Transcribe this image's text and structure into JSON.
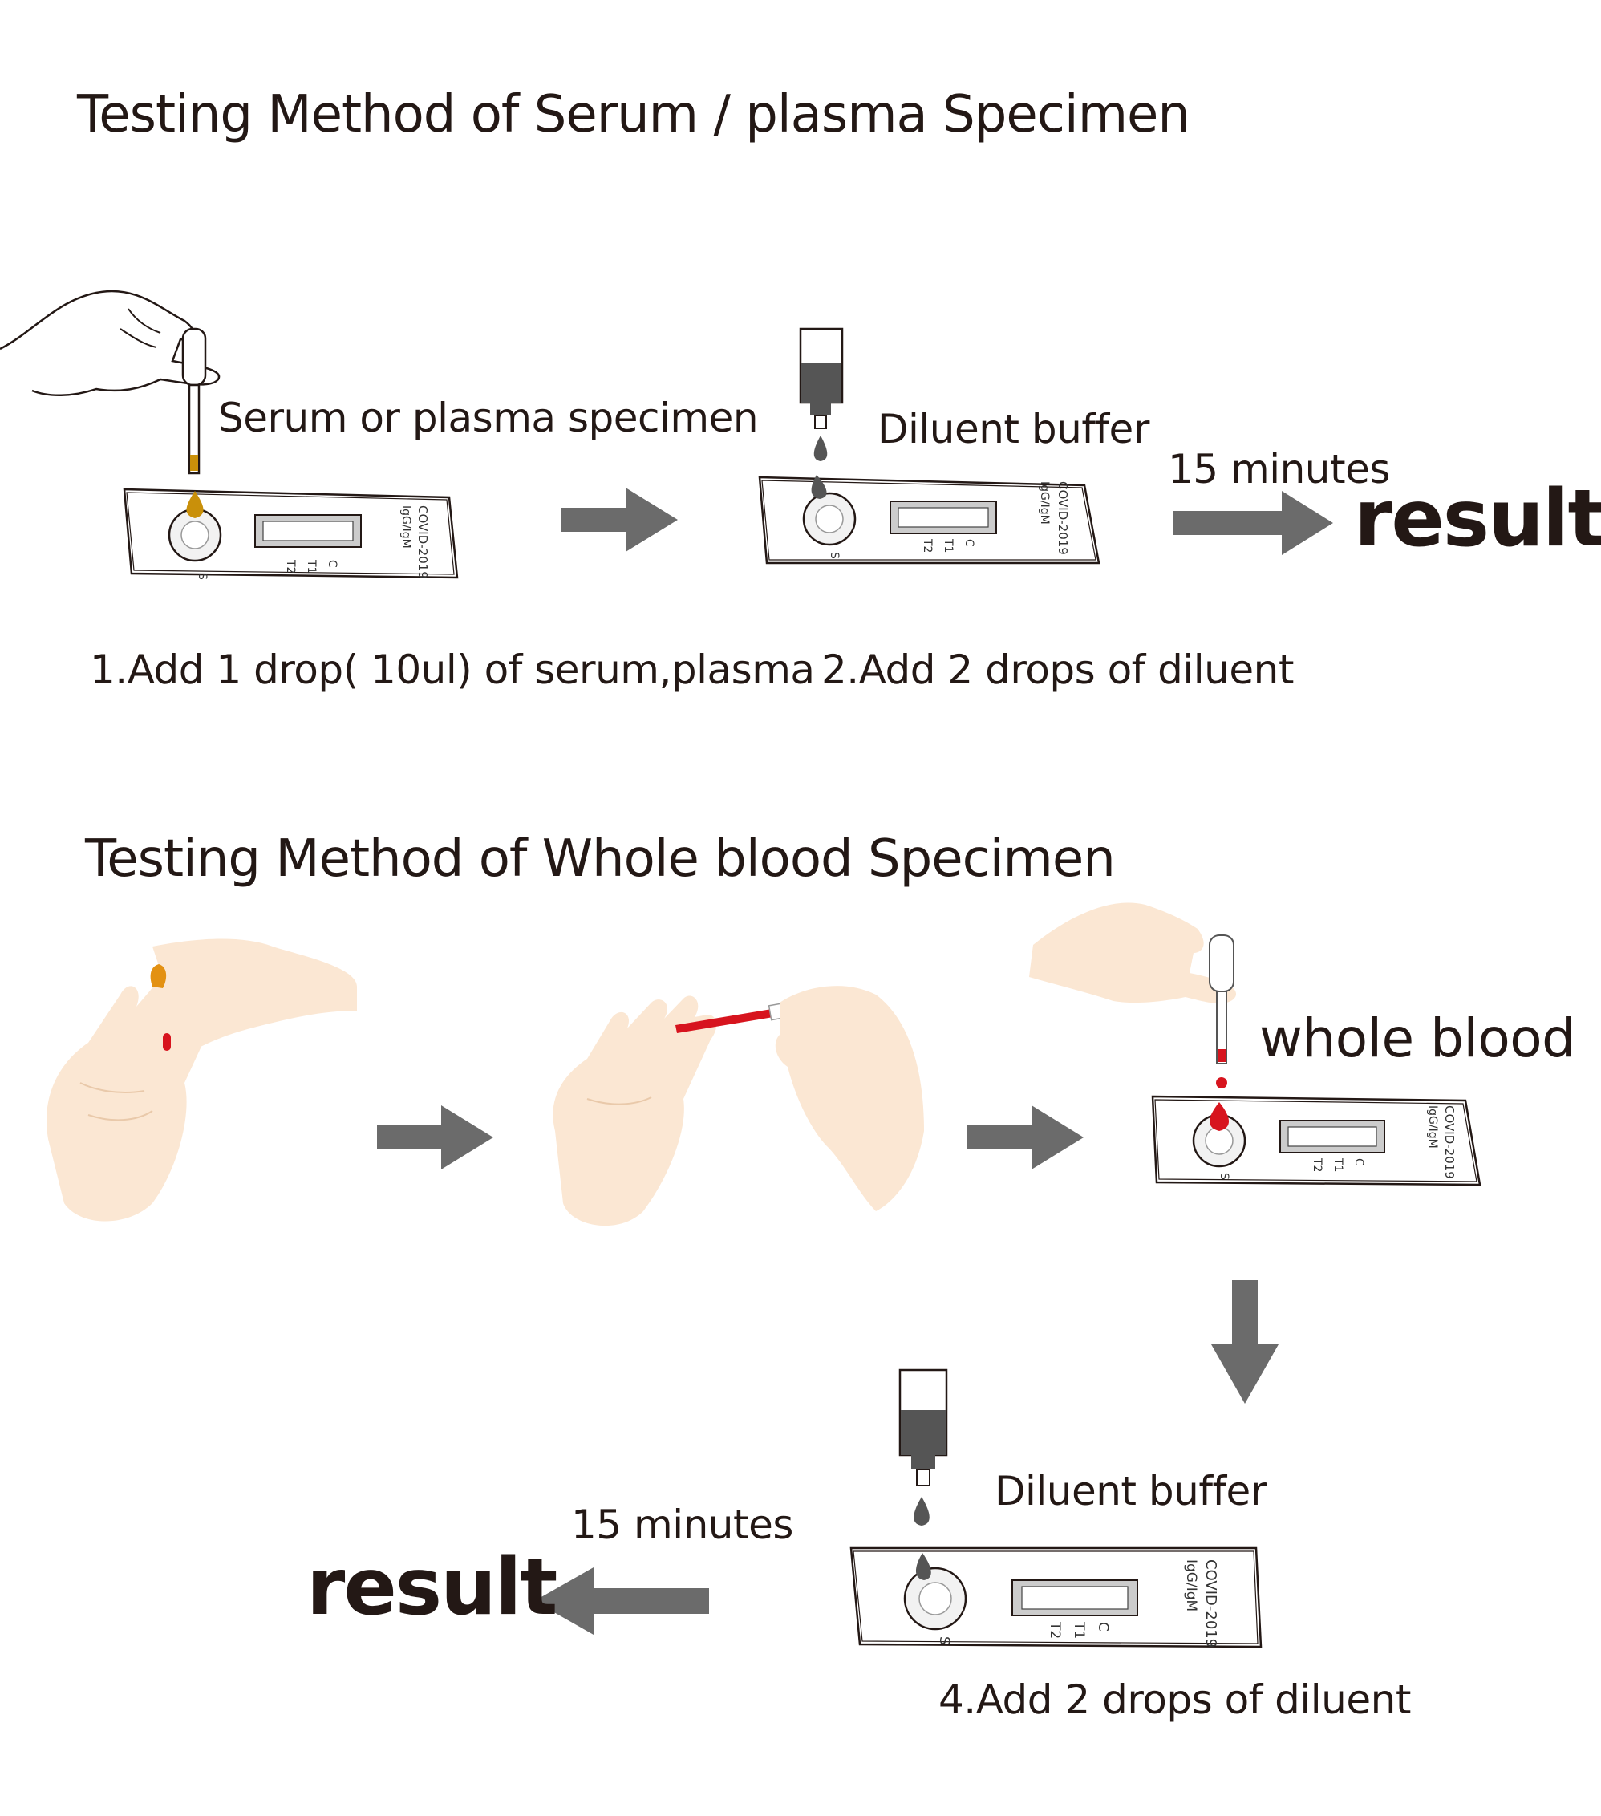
{
  "sections": {
    "serum": {
      "title": "Testing Method of Serum / plasma Specimen",
      "specimen_label": "Serum or plasma specimen",
      "diluent_label": "Diluent buffer",
      "time_label": "15 minutes",
      "result_label": "result",
      "step1": "1.Add 1 drop( 10ul) of serum,plasma",
      "step2": "2.Add 2 drops of diluent"
    },
    "whole_blood": {
      "title": "Testing Method of Whole blood Specimen",
      "specimen_label": "whole blood",
      "diluent_label": "Diluent buffer",
      "time_label": "15 minutes",
      "result_label": "result",
      "step4": "4.Add 2 drops of diluent"
    }
  },
  "cassette": {
    "name": "COVID-2019",
    "sub": "IgG/IgM",
    "well": "S",
    "line_c": "C",
    "line_t1": "T1",
    "line_t2": "T2"
  },
  "colors": {
    "arrow": "#6b6b6b",
    "serum_drop": "#c9900a",
    "blood": "#d7141e",
    "diluent": "#555555",
    "skin": "#fbe7d3",
    "text": "#231815"
  }
}
